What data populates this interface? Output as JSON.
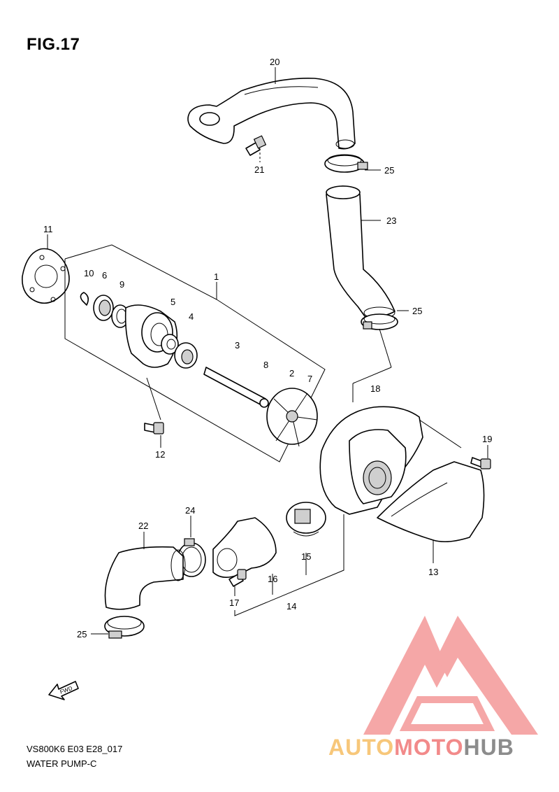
{
  "figure": {
    "title": "FIG.17",
    "model_code": "VS800K6 E03 E28_017",
    "section_name": "WATER PUMP-C"
  },
  "fwd_label": "FWD",
  "watermark": {
    "parts": [
      "AUTO",
      "MOTO",
      "HUB"
    ],
    "colors": {
      "logo": "#f28a8a",
      "auto": "#f7c77a",
      "moto": "#f28a8a",
      "hub": "#8c8c8c"
    }
  },
  "callouts": {
    "c1": "1",
    "c2": "2",
    "c3": "3",
    "c4": "4",
    "c5": "5",
    "c6": "6",
    "c7": "7",
    "c8": "8",
    "c9": "9",
    "c10": "10",
    "c11": "11",
    "c12": "12",
    "c13": "13",
    "c14": "14",
    "c15": "15",
    "c16": "16",
    "c17": "17",
    "c18": "18",
    "c19": "19",
    "c20": "20",
    "c21": "21",
    "c22": "22",
    "c23": "23",
    "c24": "24",
    "c25a": "25",
    "c25b": "25",
    "c25c": "25"
  }
}
